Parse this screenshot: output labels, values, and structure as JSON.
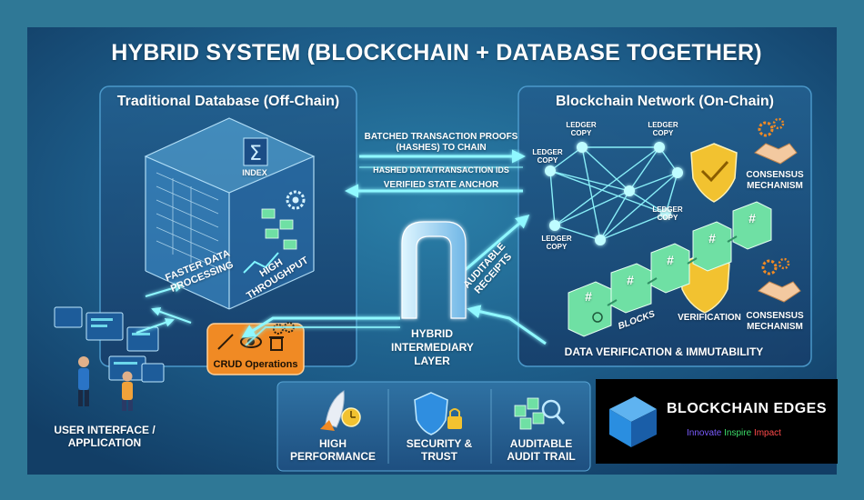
{
  "title": "HYBRID SYSTEM (BLOCKCHAIN + DATABASE TOGETHER)",
  "db_panel": {
    "title": "Traditional Database (Off-Chain)",
    "index_label": "INDEX",
    "faster_label": "FASTER DATA PROCESSING",
    "throughput_label": "HIGH THROUGHPUT",
    "crud_label": "CRUD Operations"
  },
  "chain_panel": {
    "title": "Blockchain Network (On-Chain)",
    "ledger_copy": "LEDGER COPY",
    "consensus": "CONSENSUS MECHANISM",
    "blocks": "BLOCKS",
    "verification": "VERIFICATION",
    "footer": "DATA VERIFICATION & IMMUTABILITY",
    "block_symbol": "#"
  },
  "arrows": {
    "batched": "BATCHED TRANSACTION PROOFS (HASHES) TO CHAIN",
    "hashed": "HASHED DATA/TRANSACTION IDS",
    "verified": "VERIFIED STATE ANCHOR",
    "receipts": "AUDITABLE RECEIPTS"
  },
  "intermediary": "HYBRID INTERMEDIARY LAYER",
  "user": "USER INTERFACE / APPLICATION",
  "features": [
    {
      "label": "HIGH PERFORMANCE",
      "icon": "rocket-icon"
    },
    {
      "label": "SECURITY & TRUST",
      "icon": "shield-lock-icon"
    },
    {
      "label": "AUDITABLE AUDIT TRAIL",
      "icon": "audit-cubes-icon"
    }
  ],
  "logo": {
    "name": "BLOCKCHAIN EDGES",
    "tag1": "Innovate",
    "tag2": "Inspire",
    "tag3": "Impact"
  },
  "colors": {
    "background": "#2b6f8c",
    "panel": "#1a4a78",
    "neon": "#7ff5ff",
    "block": "#6fe0a4",
    "shield": "#f2c230",
    "crud": "#f08a24",
    "logo_bg": "#000000",
    "logo_blue": "#2a8ee0",
    "tag1": "#7b5cff",
    "tag2": "#3ddc6a",
    "tag3": "#ff4a4a"
  }
}
